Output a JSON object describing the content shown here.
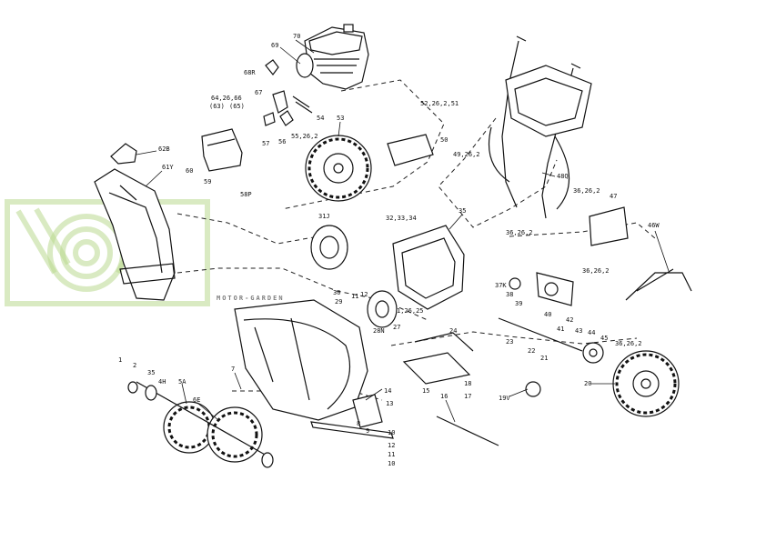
{
  "watermark": {
    "text": "MOTOR-GARDEN",
    "color": "#b9d98f"
  },
  "labels": [
    "70",
    "69",
    "68R",
    "67",
    "64,26,66",
    "(63)",
    "(65)",
    "57",
    "56",
    "55,26,2",
    "54",
    "53",
    "52,26,2,51",
    "50",
    "49,26,2",
    "62B",
    "61Y",
    "60",
    "59",
    "58P",
    "31J",
    "32,33,34",
    "35",
    "36,26,2",
    "47",
    "48Q",
    "36,26,2",
    "46W",
    "37K",
    "38",
    "39",
    "40",
    "36,26,2",
    "42",
    "41",
    "43",
    "44",
    "45",
    "36,26,2",
    "23",
    "22",
    "21",
    "20",
    "19V",
    "30",
    "29",
    "11",
    "12",
    "1,26,25",
    "27",
    "28N",
    "24",
    "17",
    "18",
    "16",
    "15",
    "14",
    "13",
    "8",
    "9",
    "10",
    "12",
    "11",
    "10",
    "7",
    "6E",
    "5A",
    "4H",
    "35",
    "2",
    "1"
  ]
}
